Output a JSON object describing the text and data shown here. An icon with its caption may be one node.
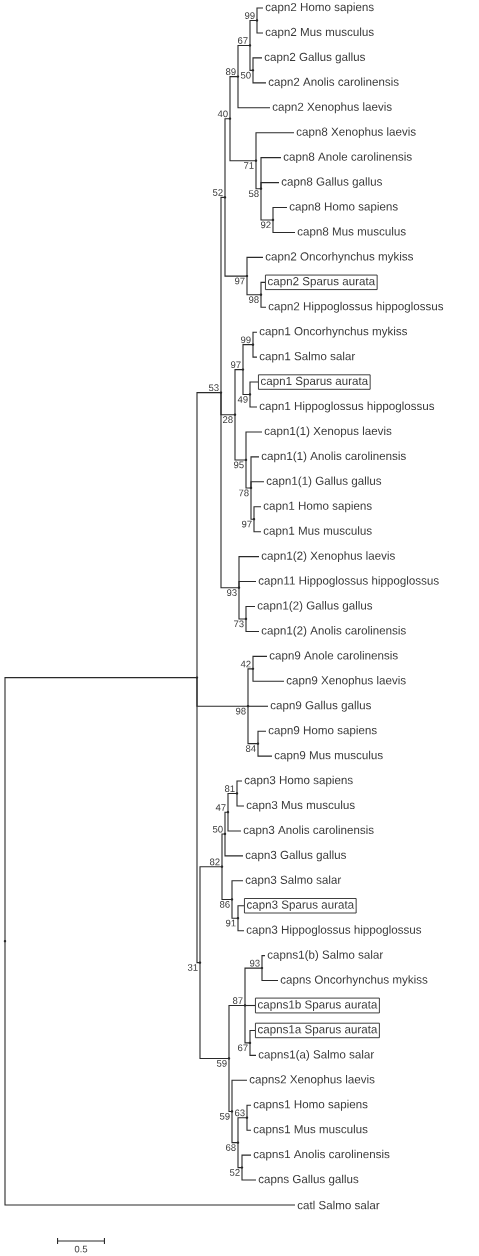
{
  "diagram": {
    "nodes": [
      {
        "text": [],
        "shape": "point"
      },
      {
        "text": [],
        "shape": "point"
      },
      {
        "text": [],
        "shape": "point",
        "beside": [
          "53"
        ]
      },
      {
        "text": [],
        "shape": "point",
        "beside": [
          "52"
        ]
      },
      {
        "text": [],
        "shape": "point",
        "beside": [
          "40"
        ]
      },
      {
        "text": [],
        "shape": "point",
        "beside": [
          "89"
        ]
      },
      {
        "text": [],
        "shape": "point",
        "beside": [
          "67"
        ]
      },
      {
        "text": [],
        "shape": "point",
        "beside": [
          "99"
        ]
      },
      {
        "text": [
          "capn2 Homo sapiens"
        ]
      },
      {
        "text": [
          "capn2 Mus musculus"
        ]
      },
      {
        "text": [],
        "shape": "point",
        "beside": [
          "50"
        ]
      },
      {
        "text": [
          "capn2 Gallus gallus"
        ]
      },
      {
        "text": [
          "capn2 Anolis carolinensis"
        ]
      },
      {
        "text": [
          "capn2 Xenophus laevis"
        ]
      },
      {
        "text": [],
        "shape": "point",
        "beside": [
          "71"
        ]
      },
      {
        "text": [
          "capn8 Xenophus laevis"
        ]
      },
      {
        "text": [],
        "shape": "point",
        "beside": [
          "58"
        ]
      },
      {
        "text": [
          "capn8 Anole carolinensis"
        ]
      },
      {
        "text": [
          "capn8 Gallus gallus"
        ]
      },
      {
        "text": [],
        "shape": "point",
        "beside": [
          "92"
        ]
      },
      {
        "text": [
          "capn8 Homo sapiens"
        ]
      },
      {
        "text": [
          "capn8 Mus musculus"
        ]
      },
      {
        "text": [],
        "shape": "point",
        "beside": [
          "97"
        ]
      },
      {
        "text": [
          "capn2 Oncorhynchus mykiss"
        ]
      },
      {
        "text": [],
        "shape": "point",
        "beside": [
          "98"
        ]
      },
      {
        "text": [
          "capn2 Sparus aurata"
        ]
      },
      {
        "text": [
          "capn2 Hippoglossus hippoglossus"
        ]
      },
      {
        "text": [],
        "shape": "point",
        "beside": [
          "28"
        ]
      },
      {
        "text": [],
        "shape": "point",
        "beside": [
          "97"
        ]
      },
      {
        "text": [],
        "shape": "point",
        "beside": [
          "99"
        ]
      },
      {
        "text": [
          "capn1 Oncorhynchus mykiss"
        ]
      },
      {
        "text": [
          "capn1 Salmo salar"
        ]
      },
      {
        "text": [],
        "shape": "point",
        "beside": [
          "49"
        ]
      },
      {
        "text": [
          "capn1 Sparus aurata"
        ]
      },
      {
        "text": [
          "capn1 Hippoglossus hippoglossus"
        ]
      },
      {
        "text": [],
        "shape": "point",
        "beside": [
          "95"
        ]
      },
      {
        "text": [
          "capn1(1) Xenopus laevis"
        ]
      },
      {
        "text": [],
        "shape": "point",
        "beside": [
          "78"
        ]
      },
      {
        "text": [
          "capn1(1) Anolis carolinensis"
        ]
      },
      {
        "text": [
          "capn1(1) Gallus gallus"
        ]
      },
      {
        "text": [],
        "shape": "point",
        "beside": [
          "97"
        ]
      },
      {
        "text": [
          "capn1 Homo sapiens"
        ]
      },
      {
        "text": [
          "capn1 Mus musculus"
        ]
      },
      {
        "text": [],
        "shape": "point",
        "beside": [
          "93"
        ]
      },
      {
        "text": [
          "capn1(2) Xenophus laevis"
        ]
      },
      {
        "text": [
          "capn11 Hippoglossus hippoglossus"
        ]
      },
      {
        "text": [],
        "shape": "point",
        "beside": [
          "73"
        ]
      },
      {
        "text": [
          "capn1(2) Gallus gallus"
        ]
      },
      {
        "text": [
          "capn1(2) Anolis carolinensis"
        ]
      },
      {
        "text": [],
        "shape": "point",
        "beside": [
          "98"
        ]
      },
      {
        "text": [],
        "shape": "point",
        "beside": [
          "42"
        ]
      },
      {
        "text": [
          "capn9 Anole carolinensis"
        ]
      },
      {
        "text": [
          "capn9 Xenophus laevis"
        ]
      },
      {
        "text": [
          "capn9 Gallus gallus"
        ]
      },
      {
        "text": [],
        "shape": "point",
        "beside": [
          "84"
        ]
      },
      {
        "text": [
          "capn9 Homo sapiens"
        ]
      },
      {
        "text": [
          "capn9 Mus musculus"
        ]
      },
      {
        "text": [],
        "shape": "point",
        "beside": [
          "31"
        ]
      },
      {
        "text": [],
        "shape": "point",
        "beside": [
          "82"
        ]
      },
      {
        "text": [],
        "shape": "point",
        "beside": [
          "50"
        ]
      },
      {
        "text": [],
        "shape": "point",
        "beside": [
          "47"
        ]
      },
      {
        "text": [],
        "shape": "point",
        "beside": [
          "81"
        ]
      },
      {
        "text": [
          "capn3 Homo sapiens"
        ]
      },
      {
        "text": [
          "capn3 Mus musculus"
        ]
      },
      {
        "text": [
          "capn3 Anolis carolinensis"
        ]
      },
      {
        "text": [
          "capn3 Gallus gallus"
        ]
      },
      {
        "text": [],
        "shape": "point",
        "beside": [
          "86"
        ]
      },
      {
        "text": [
          "capn3 Salmo salar"
        ]
      },
      {
        "text": [],
        "shape": "point",
        "beside": [
          "91"
        ]
      },
      {
        "text": [
          "capn3 Sparus aurata"
        ]
      },
      {
        "text": [
          "capn3 Hippoglossus hippoglossus"
        ]
      },
      {
        "text": [],
        "shape": "point",
        "beside": [
          "59"
        ]
      },
      {
        "text": [],
        "shape": "point",
        "beside": [
          "87"
        ]
      },
      {
        "text": [],
        "shape": "point",
        "beside": [
          "93"
        ]
      },
      {
        "text": [
          "capns1(b) Salmo salar"
        ]
      },
      {
        "text": [
          "capns Oncorhynchus mykiss"
        ]
      },
      {
        "text": [
          "capns1b Sparus aurata"
        ]
      },
      {
        "text": [],
        "shape": "point",
        "beside": [
          "67"
        ]
      },
      {
        "text": [
          "capns1a Sparus aurata"
        ]
      },
      {
        "text": [
          "capns1(a) Salmo salar"
        ]
      },
      {
        "text": [],
        "shape": "point",
        "beside": [
          "59"
        ]
      },
      {
        "text": [
          "capns2 Xenophus laevis"
        ]
      },
      {
        "text": [],
        "shape": "point",
        "beside": [
          "68"
        ]
      },
      {
        "text": [],
        "shape": "point",
        "beside": [
          "63"
        ]
      },
      {
        "text": [
          "capns1 Homo sapiens"
        ]
      },
      {
        "text": [
          "capns1 Mus musculus"
        ]
      },
      {
        "text": [],
        "shape": "point",
        "beside": [
          "52"
        ]
      },
      {
        "text": [
          "capns1 Anolis carolinensis"
        ]
      },
      {
        "text": [
          "capns Gallus gallus"
        ]
      },
      {
        "text": [
          "catl Salmo salar"
        ]
      }
    ],
    "edges": [
      {
        "from": 0,
        "to": 1,
        "arrow": "none"
      },
      {
        "from": 0,
        "to": 89,
        "arrow": "none"
      },
      {
        "from": 1,
        "to": 2,
        "arrow": "none"
      },
      {
        "from": 1,
        "to": 49,
        "arrow": "none"
      },
      {
        "from": 1,
        "to": 57,
        "arrow": "none"
      },
      {
        "from": 2,
        "to": 3,
        "arrow": "none"
      },
      {
        "from": 2,
        "to": 27,
        "arrow": "none"
      },
      {
        "from": 2,
        "to": 43,
        "arrow": "none"
      },
      {
        "from": 3,
        "to": 4,
        "arrow": "none"
      },
      {
        "from": 3,
        "to": 22,
        "arrow": "none"
      },
      {
        "from": 4,
        "to": 5,
        "arrow": "none"
      },
      {
        "from": 4,
        "to": 14,
        "arrow": "none"
      },
      {
        "from": 5,
        "to": 6,
        "arrow": "none"
      },
      {
        "from": 5,
        "to": 13,
        "arrow": "none"
      },
      {
        "from": 6,
        "to": 7,
        "arrow": "none"
      },
      {
        "from": 6,
        "to": 10,
        "arrow": "none"
      },
      {
        "from": 7,
        "to": 8,
        "arrow": "none"
      },
      {
        "from": 7,
        "to": 9,
        "arrow": "none"
      },
      {
        "from": 10,
        "to": 11,
        "arrow": "none"
      },
      {
        "from": 10,
        "to": 12,
        "arrow": "none"
      },
      {
        "from": 14,
        "to": 15,
        "arrow": "none"
      },
      {
        "from": 14,
        "to": 16,
        "arrow": "none"
      },
      {
        "from": 16,
        "to": 17,
        "arrow": "none"
      },
      {
        "from": 16,
        "to": 18,
        "arrow": "none"
      },
      {
        "from": 16,
        "to": 19,
        "arrow": "none"
      },
      {
        "from": 19,
        "to": 20,
        "arrow": "none"
      },
      {
        "from": 19,
        "to": 21,
        "arrow": "none"
      },
      {
        "from": 22,
        "to": 23,
        "arrow": "none"
      },
      {
        "from": 22,
        "to": 24,
        "arrow": "none"
      },
      {
        "from": 24,
        "to": 25,
        "arrow": "none"
      },
      {
        "from": 24,
        "to": 26,
        "arrow": "none"
      },
      {
        "from": 27,
        "to": 28,
        "arrow": "none"
      },
      {
        "from": 27,
        "to": 35,
        "arrow": "none"
      },
      {
        "from": 28,
        "to": 29,
        "arrow": "none"
      },
      {
        "from": 28,
        "to": 32,
        "arrow": "none"
      },
      {
        "from": 29,
        "to": 30,
        "arrow": "none"
      },
      {
        "from": 29,
        "to": 31,
        "arrow": "none"
      },
      {
        "from": 32,
        "to": 33,
        "arrow": "none"
      },
      {
        "from": 32,
        "to": 34,
        "arrow": "none"
      },
      {
        "from": 35,
        "to": 36,
        "arrow": "none"
      },
      {
        "from": 35,
        "to": 37,
        "arrow": "none"
      },
      {
        "from": 37,
        "to": 38,
        "arrow": "none"
      },
      {
        "from": 37,
        "to": 39,
        "arrow": "none"
      },
      {
        "from": 37,
        "to": 40,
        "arrow": "none"
      },
      {
        "from": 40,
        "to": 41,
        "arrow": "none"
      },
      {
        "from": 40,
        "to": 42,
        "arrow": "none"
      },
      {
        "from": 43,
        "to": 44,
        "arrow": "none"
      },
      {
        "from": 43,
        "to": 45,
        "arrow": "none"
      },
      {
        "from": 43,
        "to": 46,
        "arrow": "none"
      },
      {
        "from": 46,
        "to": 47,
        "arrow": "none"
      },
      {
        "from": 46,
        "to": 48,
        "arrow": "none"
      },
      {
        "from": 49,
        "to": 50,
        "arrow": "none"
      },
      {
        "from": 49,
        "to": 53,
        "arrow": "none"
      },
      {
        "from": 49,
        "to": 54,
        "arrow": "none"
      },
      {
        "from": 50,
        "to": 51,
        "arrow": "none"
      },
      {
        "from": 50,
        "to": 52,
        "arrow": "none"
      },
      {
        "from": 54,
        "to": 55,
        "arrow": "none"
      },
      {
        "from": 54,
        "to": 56,
        "arrow": "none"
      },
      {
        "from": 57,
        "to": 58,
        "arrow": "none"
      },
      {
        "from": 57,
        "to": 71,
        "arrow": "none"
      },
      {
        "from": 58,
        "to": 59,
        "arrow": "none"
      },
      {
        "from": 58,
        "to": 66,
        "arrow": "none"
      },
      {
        "from": 59,
        "to": 60,
        "arrow": "none"
      },
      {
        "from": 59,
        "to": 65,
        "arrow": "none"
      },
      {
        "from": 60,
        "to": 61,
        "arrow": "none"
      },
      {
        "from": 60,
        "to": 64,
        "arrow": "none"
      },
      {
        "from": 61,
        "to": 62,
        "arrow": "none"
      },
      {
        "from": 61,
        "to": 63,
        "arrow": "none"
      },
      {
        "from": 66,
        "to": 67,
        "arrow": "none"
      },
      {
        "from": 66,
        "to": 68,
        "arrow": "none"
      },
      {
        "from": 68,
        "to": 69,
        "arrow": "none"
      },
      {
        "from": 68,
        "to": 70,
        "arrow": "none"
      },
      {
        "from": 71,
        "to": 72,
        "arrow": "none"
      },
      {
        "from": 71,
        "to": 80,
        "arrow": "none"
      },
      {
        "from": 72,
        "to": 73,
        "arrow": "none"
      },
      {
        "from": 72,
        "to": 76,
        "arrow": "none"
      },
      {
        "from": 72,
        "to": 77,
        "arrow": "none"
      },
      {
        "from": 73,
        "to": 74,
        "arrow": "none"
      },
      {
        "from": 73,
        "to": 75,
        "arrow": "none"
      },
      {
        "from": 77,
        "to": 78,
        "arrow": "none"
      },
      {
        "from": 77,
        "to": 79,
        "arrow": "none"
      },
      {
        "from": 80,
        "to": 81,
        "arrow": "none"
      },
      {
        "from": 80,
        "to": 82,
        "arrow": "none"
      },
      {
        "from": 82,
        "to": 83,
        "arrow": "none"
      },
      {
        "from": 82,
        "to": 86,
        "arrow": "none"
      },
      {
        "from": 83,
        "to": 84,
        "arrow": "none"
      },
      {
        "from": 83,
        "to": 85,
        "arrow": "none"
      },
      {
        "from": 86,
        "to": 87,
        "arrow": "none"
      },
      {
        "from": 86,
        "to": 88,
        "arrow": "none"
      }
    ],
    "labels": [
      "0.5"
    ]
  }
}
